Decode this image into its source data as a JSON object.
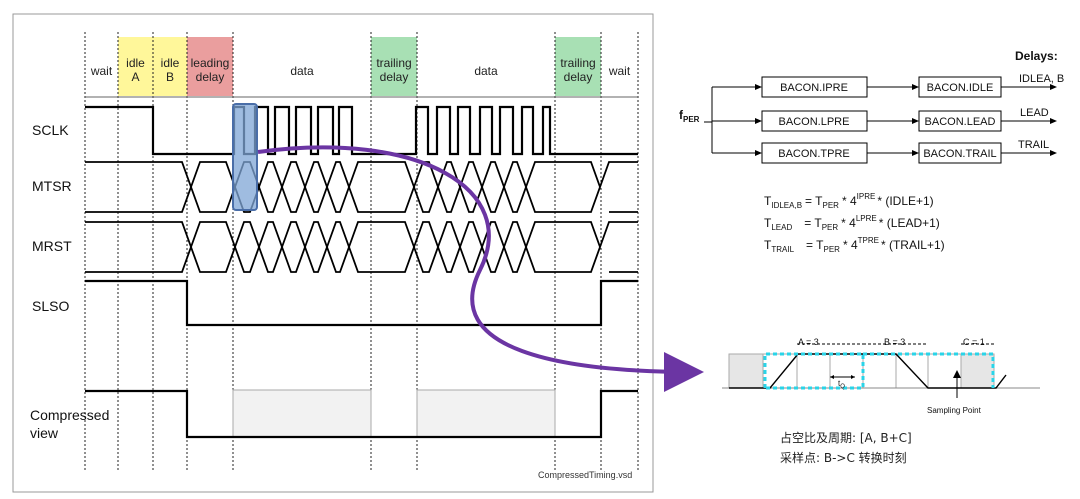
{
  "timing": {
    "phases": [
      {
        "label": [
          "wait"
        ],
        "color": "#ffffff"
      },
      {
        "label": [
          "idle",
          "A"
        ],
        "color": "#fff79a"
      },
      {
        "label": [
          "idle",
          "B"
        ],
        "color": "#fff79a"
      },
      {
        "label": [
          "leading",
          "delay"
        ],
        "color": "#ea9e9e"
      },
      {
        "label": [
          "data"
        ],
        "color": "#ffffff"
      },
      {
        "label": [
          "trailing",
          "delay"
        ],
        "color": "#a8e0b4"
      },
      {
        "label": [
          "data"
        ],
        "color": "#ffffff"
      },
      {
        "label": [
          "trailing",
          "delay"
        ],
        "color": "#a8e0b4"
      },
      {
        "label": [
          "wait"
        ],
        "color": "#ffffff"
      }
    ],
    "signals": [
      "SCLK",
      "MTSR",
      "MRST",
      "SLSO"
    ],
    "compressed_label": [
      "Compressed",
      "view"
    ],
    "file_label": "CompressedTiming.vsd",
    "highlight_color": "#7fa6d6",
    "arrow_color": "#6b35a3"
  },
  "prescaler": {
    "title": "Delays:",
    "input_label": "f",
    "input_sub": "PER",
    "rows": [
      {
        "pre": "BACON.IPRE",
        "post": "BACON.IDLE",
        "out": "IDLEA, B"
      },
      {
        "pre": "BACON.LPRE",
        "post": "BACON.LEAD",
        "out": "LEAD"
      },
      {
        "pre": "BACON.TPRE",
        "post": "BACON.TRAIL",
        "out": "TRAIL"
      }
    ],
    "equations": [
      {
        "lhs": "T",
        "lhs_sub": "IDLEA,B",
        "mid": "= T",
        "mid_sub": "PER",
        "mult": "* 4",
        "exp": "IPRE",
        "tail": "* (IDLE+1)"
      },
      {
        "lhs": "T",
        "lhs_sub": "LEAD",
        "mid": "= T",
        "mid_sub": "PER",
        "mult": "* 4",
        "exp": "LPRE",
        "tail": "* (LEAD+1)"
      },
      {
        "lhs": "T",
        "lhs_sub": "TRAIL",
        "mid": "= T",
        "mid_sub": "PER",
        "mult": "* 4",
        "exp": "TPRE",
        "tail": "* (TRAIL+1)"
      }
    ]
  },
  "sampling": {
    "a_label": "A = 3",
    "b_label": "B = 3",
    "c_label": "C = 1",
    "tq_label": "t",
    "tq_sub": "Q",
    "point_label": "Sampling Point",
    "highlight_color": "#2ad4e8",
    "notes": [
      "占空比及周期: [A, B+C]",
      "采样点: B->C  转换时刻"
    ]
  }
}
